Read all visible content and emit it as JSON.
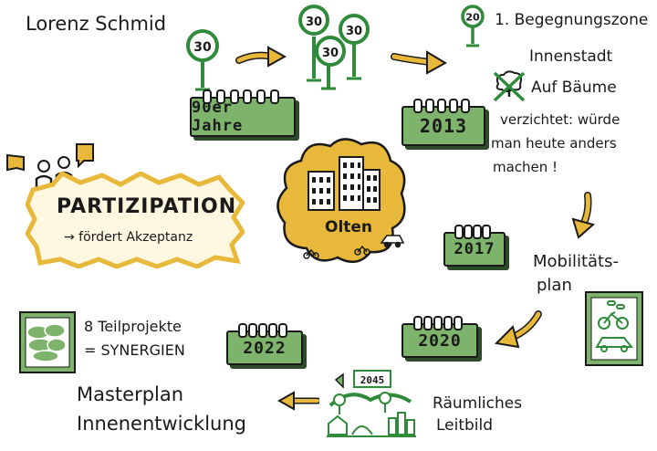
{
  "author": "Lorenz Schmid",
  "city": "Olten",
  "calendars": {
    "c1990": "90er Jahre",
    "c2013": "2013",
    "c2017": "2017",
    "c2020": "2020",
    "c2022": "2022"
  },
  "signs": {
    "speed30": "30",
    "speed20": "20"
  },
  "notes": {
    "line1": "1. Begegnungszone",
    "line2": "Innenstadt",
    "line3": "Auf Bäume",
    "line4": "verzichtet: würde",
    "line5": "man heute anders",
    "line6": "machen !"
  },
  "participation": {
    "title": "PARTIZIPATION",
    "subtitle": "→ fördert Akzeptanz"
  },
  "mobility": {
    "line1": "Mobilitäts-",
    "line2": "plan"
  },
  "leitbild": {
    "year": "2045",
    "line1": "Räumliches",
    "line2": "Leitbild"
  },
  "teilprojekte": {
    "line1": "8 Teilprojekte",
    "line2": "= SYNERGIEN"
  },
  "masterplan": {
    "line1": "Masterplan",
    "line2": "Innenentwicklung"
  },
  "colors": {
    "green": "#7db36b",
    "dark_green": "#2f8a3a",
    "yellow": "#e8b83a",
    "ink": "#1a1a1a"
  }
}
